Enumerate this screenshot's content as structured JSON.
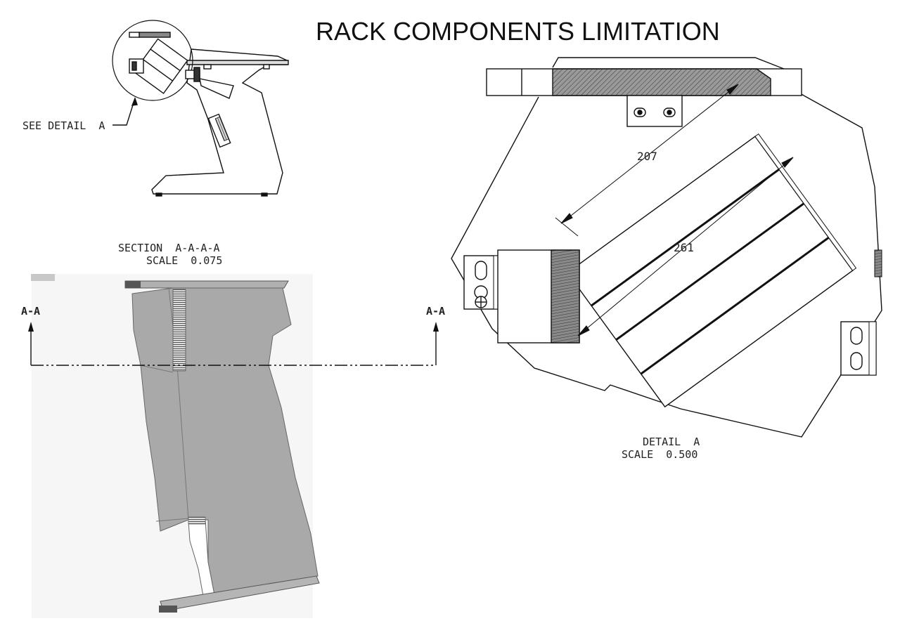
{
  "title": "RACK COMPONENTS LIMITATION",
  "side_view": {
    "callout": "SEE DETAIL  A"
  },
  "section_view": {
    "heading": "SECTION  A-A-A-A",
    "scale": "SCALE  0.075",
    "cut_label_left": "A-A",
    "cut_label_right": "A-A"
  },
  "detail_view": {
    "dimension_1": "207",
    "dimension_2": "261",
    "heading": "DETAIL  A",
    "scale": "SCALE  0.500"
  },
  "colors": {
    "line": "#111111",
    "section_fill": "#a9a9a9",
    "section_fill_light": "#b5b5b5",
    "hatch": "#555555"
  }
}
